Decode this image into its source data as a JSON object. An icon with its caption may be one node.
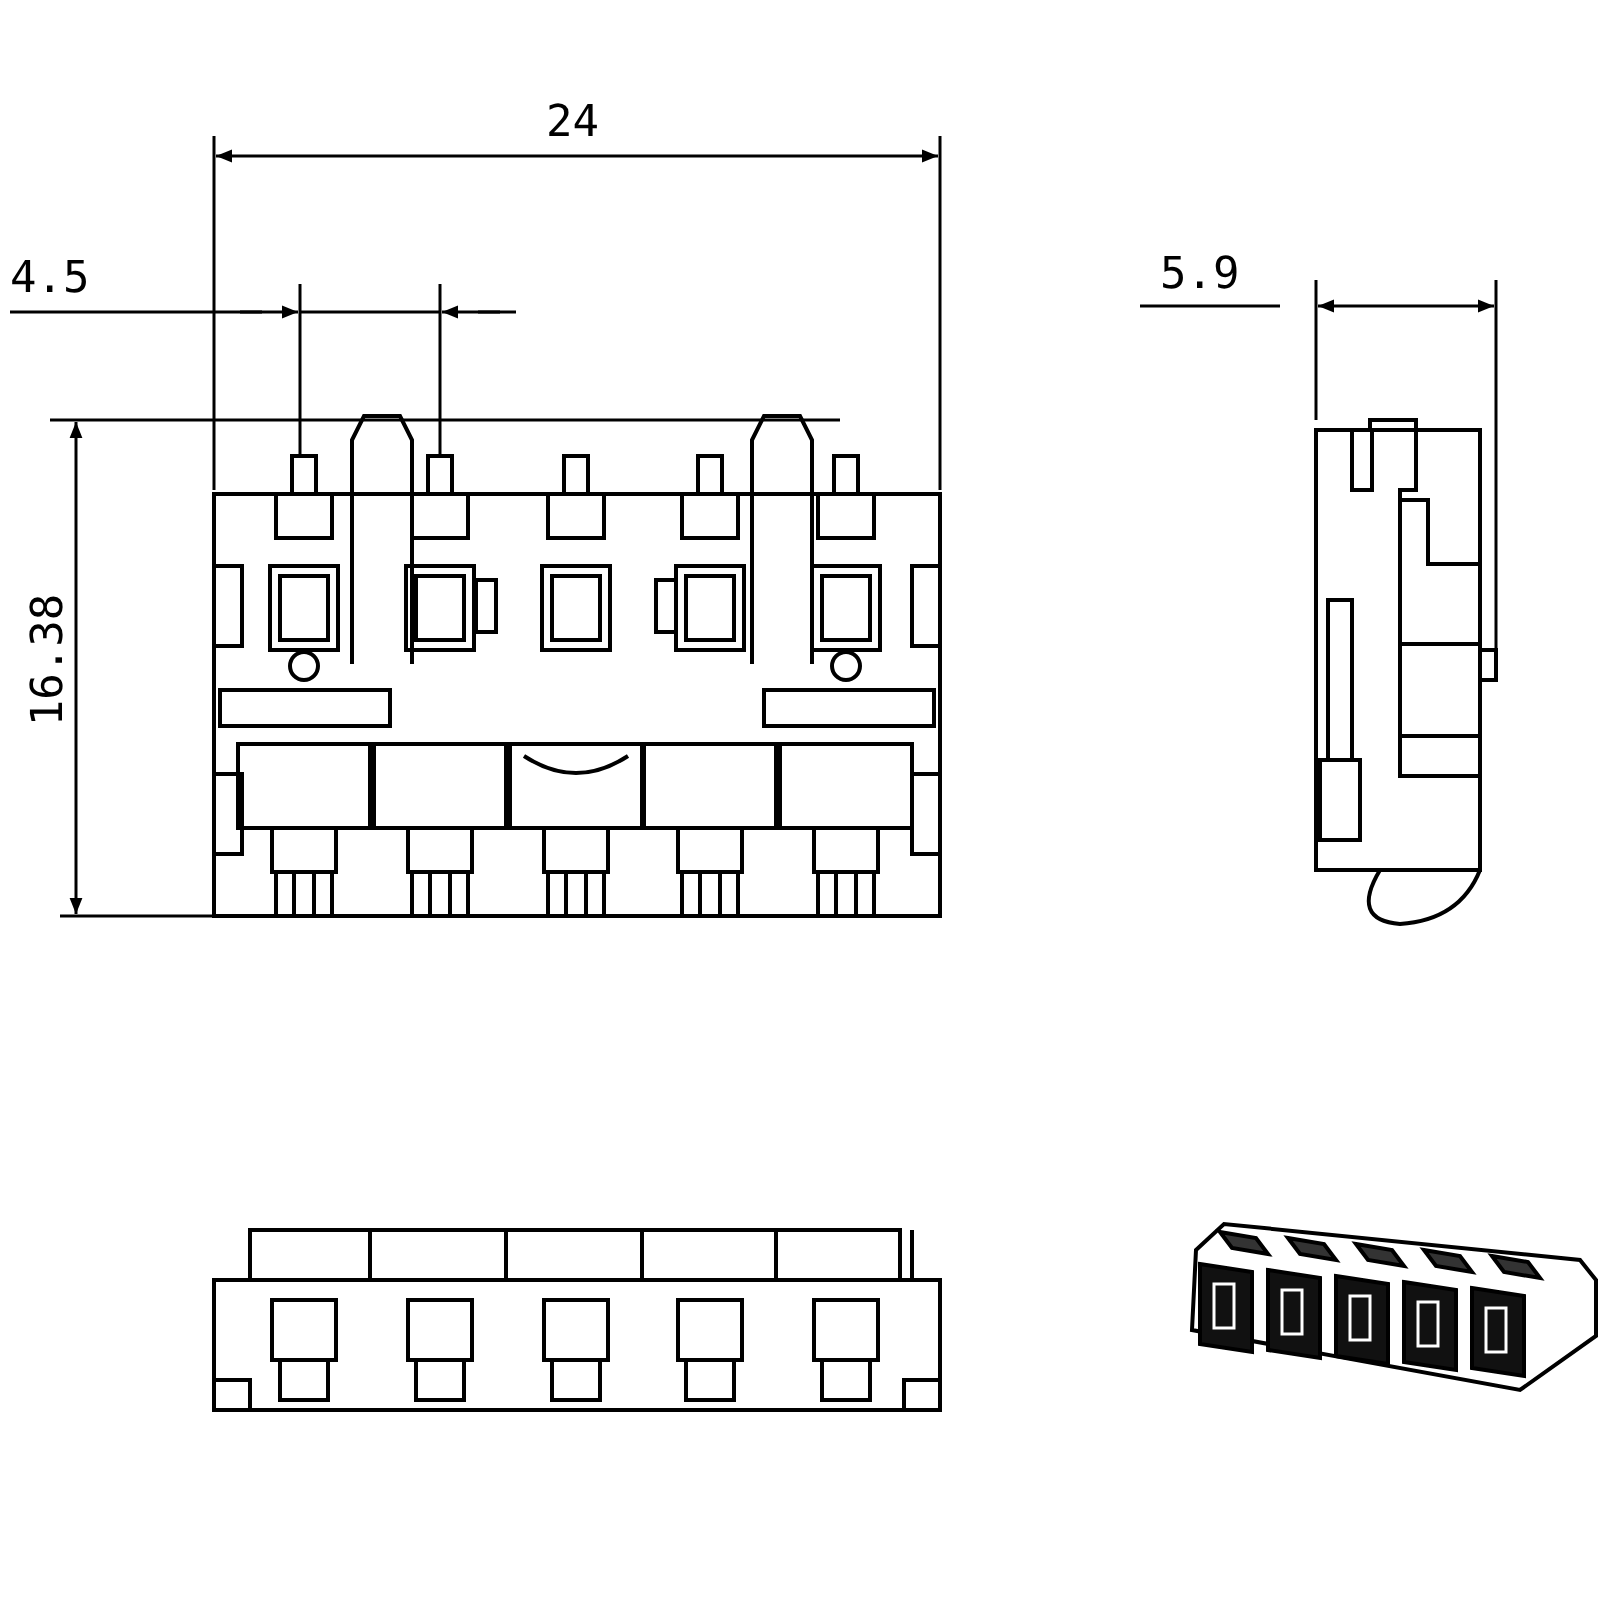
{
  "diagram": {
    "labels": [
      "24",
      "4.5",
      "5.9",
      "16.38"
    ]
  }
}
